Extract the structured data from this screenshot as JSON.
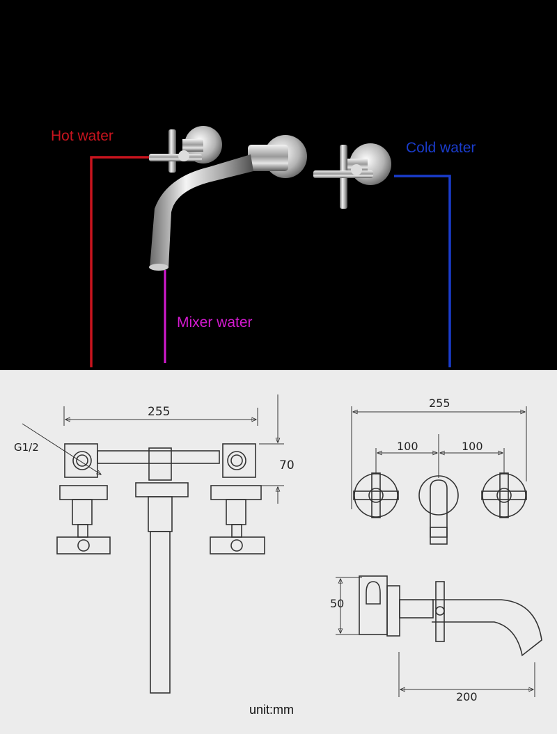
{
  "photo": {
    "hot_label": "Hot water",
    "cold_label": "Cold water",
    "mixer_label": "Mixer water",
    "colors": {
      "hot": "#c8141e",
      "cold": "#1a3ccc",
      "mixer": "#d41ad0",
      "background": "#000000"
    }
  },
  "drawing": {
    "front_width": "255",
    "thread": "G1/2",
    "handle_offset": "70",
    "top_width": "255",
    "spacing_left": "100",
    "spacing_right": "100",
    "escutcheon_depth": "50",
    "spout_length": "200",
    "unit": "unit:mm"
  }
}
